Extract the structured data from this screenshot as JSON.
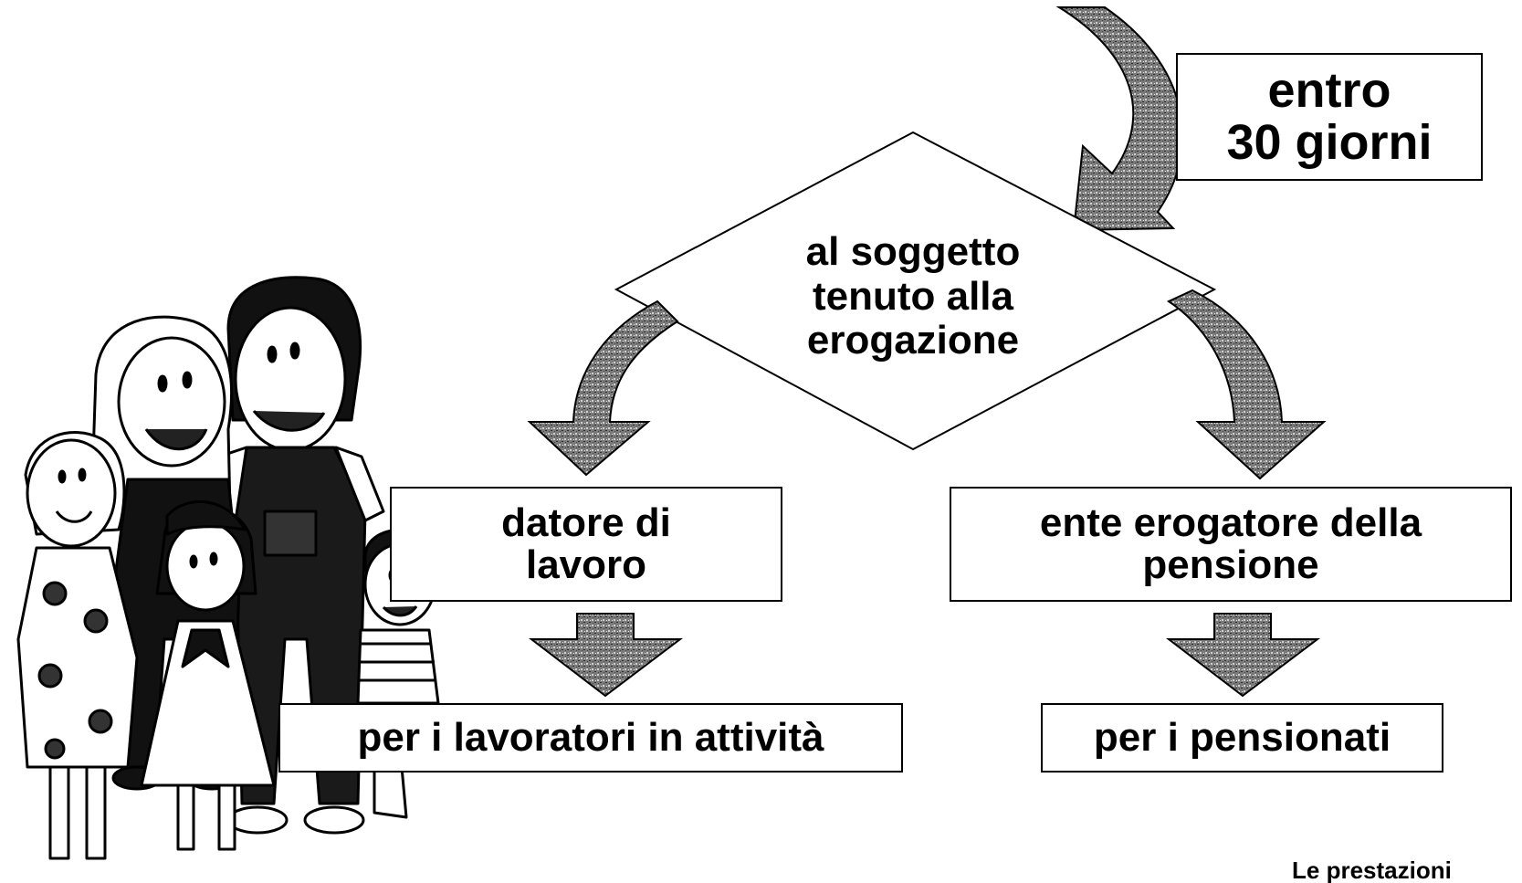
{
  "diagram": {
    "deadline_label": "entro\n30 giorni",
    "decision_label": "al soggetto\ntenuto alla\nerogazione",
    "left_branch_label": "datore di\nlavoro",
    "right_branch_label": "ente erogatore della\npensione",
    "left_result_label": "per i lavoratori in attività",
    "right_result_label": "per i pensionati",
    "footer_text": "Le prestazioni"
  },
  "colors": {
    "arrow_fill": "#6e6e6e",
    "arrow_dark": "#3c3c3c",
    "line": "#000000",
    "background": "#ffffff"
  },
  "illustration": {
    "subject": "family-clipart-icon"
  }
}
